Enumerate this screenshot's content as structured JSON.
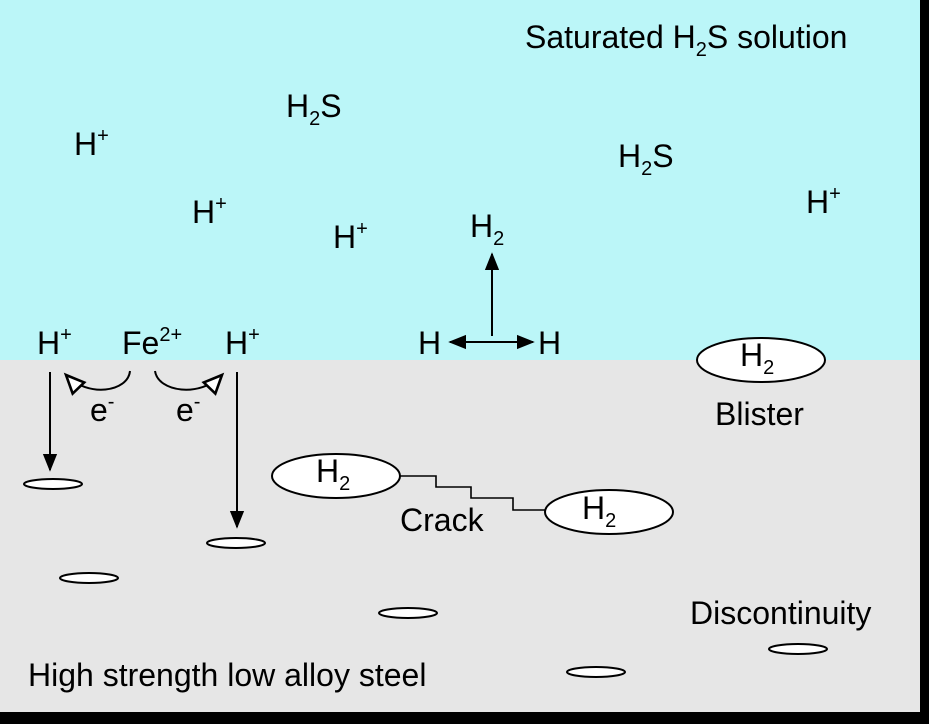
{
  "colors": {
    "solution": "#bbf6f8",
    "steel": "#e6e6e6",
    "frame": "#000000",
    "cavity_fill": "#ffffff"
  },
  "solution": {
    "title_pre": "Saturated H",
    "title_sub": "2",
    "title_post": "S solution",
    "h2s_1": {
      "pre": "H",
      "sub": "2",
      "post": "S"
    },
    "h2s_2": {
      "pre": "H",
      "sub": "2",
      "post": "S"
    },
    "hplus": {
      "base": "H",
      "sup": "+"
    },
    "h2_evolution": {
      "pre": "H",
      "sub": "2"
    },
    "h_atom_left": "H",
    "h_atom_right": "H"
  },
  "interface": {
    "hplus_left": {
      "base": "H",
      "sup": "+"
    },
    "fe": {
      "base": "Fe",
      "sup": "2+"
    },
    "hplus_right": {
      "base": "H",
      "sup": "+"
    },
    "electron_left": {
      "base": "e",
      "sup": "-"
    },
    "electron_right": {
      "base": "e",
      "sup": "-"
    }
  },
  "steel": {
    "blister_gas": {
      "pre": "H",
      "sub": "2"
    },
    "blister_label": "Blister",
    "crack_gas_left": {
      "pre": "H",
      "sub": "2"
    },
    "crack_gas_right": {
      "pre": "H",
      "sub": "2"
    },
    "crack_label": "Crack",
    "discontinuity_label": "Discontinuity",
    "material_label": "High strength low alloy steel"
  }
}
